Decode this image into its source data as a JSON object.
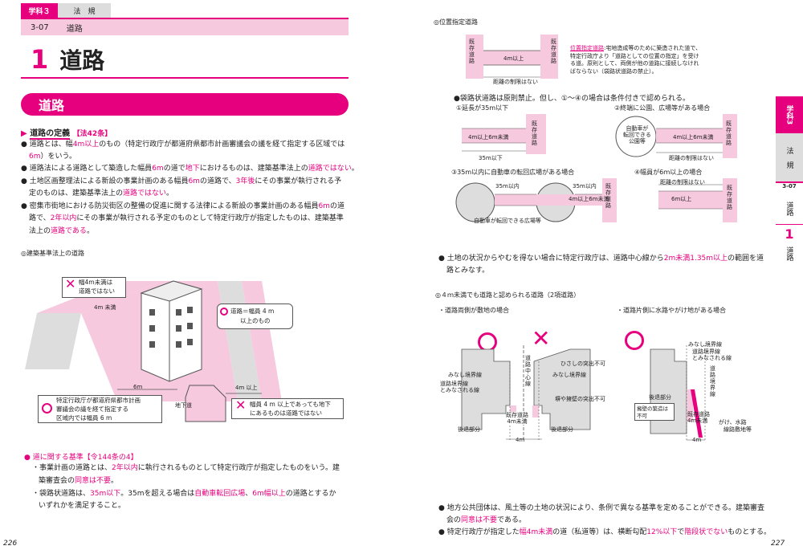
{
  "header": {
    "subject_tab": "学科３",
    "category_tab": "法　規",
    "section_code": "3-07",
    "section_title": "道路"
  },
  "chapter": {
    "number": "1",
    "title": "道路"
  },
  "banner": {
    "title": "道路"
  },
  "definition": {
    "heading": "道路の定義",
    "ref": "【法42条】",
    "items": [
      [
        "道路とは、幅",
        "4m以上",
        "のもの（特定行政庁が都道府県都市計画審議会の議を経て指定する区域では"
      ],
      [
        "6m",
        "）をいう。",
        ""
      ],
      [
        "道路法による道路として築造した幅員",
        "6m",
        "の道で",
        "地下",
        "におけるものは、建築基準法上の",
        "道路ではない",
        "。"
      ],
      [
        "土地区画整理法による新設の事業計画のある幅員",
        "6m",
        "の道路で、",
        "3年後",
        "にその事業が執行される予"
      ],
      [
        "定のものは、建築基準法上の",
        "道路ではない",
        "。"
      ],
      [
        "密集市街地における防災街区の整備の促進に関する法律による新設の事業計画のある幅員",
        "6m",
        "の道"
      ],
      [
        "路で、",
        "2年以内",
        "にその事業が執行される予定のものとして特定行政庁が指定したものは、建築基準"
      ],
      [
        "法上の",
        "道路である",
        "。"
      ]
    ]
  },
  "left_diagram": {
    "caption": "◎建築基準法上の道路",
    "x_box": [
      "幅4m未満は",
      "道路ではない"
    ],
    "label_4m_under": "4m 未満",
    "callout_road": [
      "道路＝幅員 4 m",
      "以上のもの"
    ],
    "label_6m": "6m",
    "label_4m_over": "4m 以上",
    "label_underground": "地下道",
    "o_box": [
      "特定行政庁が都道府県都市計画",
      "審議会の議を経て指定する",
      "区域内では幅員 6 m"
    ],
    "x_box2": [
      "幅員 4 m 以上であっても地下",
      "にあるものは道路ではない"
    ]
  },
  "road_standard": {
    "heading": "道に関する基準",
    "ref": "【令144条の4】",
    "l1": [
      "・事業計画の道路とは、",
      "2年以内",
      "に執行されるものとして特定行政庁が指定したものをいう。建"
    ],
    "l2": [
      "築審査会の",
      "同意は不要",
      "。"
    ],
    "l3": [
      "・袋路状道路は、",
      "35m以下",
      "。35mを超える場合は",
      "自動車転回広場",
      "、",
      "6m幅以上",
      "の道路とするか"
    ],
    "l4": [
      "いずれかを満足すること。"
    ]
  },
  "right_top": {
    "caption": "◎位置指定道路",
    "label_existing": "既存道路",
    "label_4m": "4m以上",
    "label_distance": "距離の制限はない",
    "note_title": "位置指定道路",
    "note": [
      ":宅地造成等のために築造された道で、",
      "特定行政庁より「道路としての位置の指定」を受け",
      "る道。原則として、両側が他の道路に接続しなけれ",
      "ばならない（袋路状道路の禁止）。"
    ]
  },
  "dead_end": {
    "intro": "●袋路状道路は原則禁止。但し、①〜④の場合は条件付きで認められる。",
    "c1": "①延長が35m以下",
    "c2": "②終端に公園、広場等がある場合",
    "c3": "③35m以内に自動車の転回広場がある場合",
    "c4": "④幅員が6ｍ以上の場合",
    "l_4to6": "4m以上6m未満",
    "l_35": "35m以下",
    "l_park": [
      "自動車が",
      "転回できる",
      "公園等"
    ],
    "l_nodist": "距離の制限はない",
    "l_35in": "35m以内",
    "l_plaza": "自動車が転回できる広場等",
    "l_6m": "6m以上",
    "l_exist": "既存道路"
  },
  "note_center": [
    "土地の状況からやむを得ない場合に特定行政庁は、道路中心線から",
    "2m未満1.35m以上",
    "の範囲を道",
    "路とみなす。"
  ],
  "second_road": {
    "caption": "◎４ｍ未満でも道路と認められる道路（2項道路）",
    "left_title": "・道路両側が敷地の場合",
    "right_title": "・道路片側に水路やがけ地がある場合",
    "center_line": "道路中心線",
    "eave": "ひさしの突出不可",
    "boundary": "みなし境界線",
    "boundary_note": [
      "道路境界線",
      "とみなされる線"
    ],
    "fence": "塀や擁壁の突出不可",
    "existing_4m": [
      "既存道路",
      "4m未満"
    ],
    "setback": "後退部分",
    "label_4m": "4m",
    "wall": [
      "擁壁の築造は",
      "不可"
    ],
    "road_boundary": "道路境界線",
    "cliff": [
      "がけ、水路",
      "線路敷地等"
    ]
  },
  "bottom_right": {
    "l1": [
      "地方公共団体は、風土等の土地の状況により、条例で異なる基準を定めることができる。建築審査"
    ],
    "l2": [
      "会の",
      "同意は不要",
      "である。"
    ],
    "l3": [
      "特定行政庁が指定した",
      "幅4m未満",
      "の道（私道等）は、横断勾配",
      "12%以下",
      "で",
      "階段状でない",
      "ものとする。"
    ]
  },
  "side_tab": {
    "subject": "学科3",
    "category": "法　規",
    "code": "3-07",
    "title": "道路",
    "number": "1",
    "sub": "道路"
  },
  "page_left": "226",
  "page_right": "227"
}
